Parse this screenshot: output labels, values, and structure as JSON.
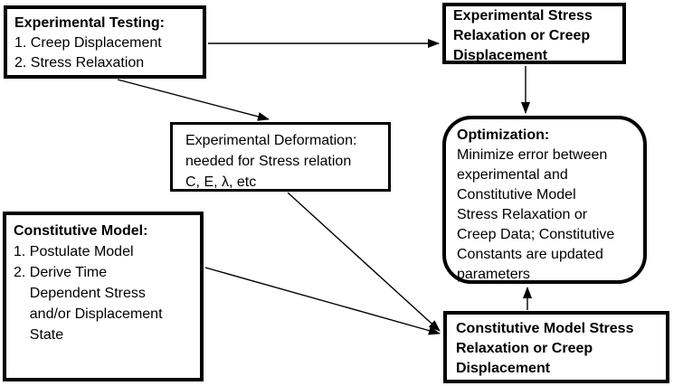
{
  "colors": {
    "border": "#000000",
    "background": "#ffffff",
    "text": "#000000"
  },
  "boxes": {
    "experimental_testing": {
      "title": "Experimental Testing:",
      "lines": [
        "1. Creep Displacement",
        "2. Stress Relaxation"
      ]
    },
    "experimental_stress_output": {
      "lines": [
        "Experimental Stress",
        "Relaxation or Creep",
        "Displacement"
      ]
    },
    "experimental_deformation": {
      "lines": [
        "Experimental Deformation:",
        "needed for Stress relation",
        "C, E, λ, etc"
      ]
    },
    "constitutive_model": {
      "title": "Constitutive Model:",
      "lines": [
        "1. Postulate Model",
        "2. Derive Time",
        "    Dependent Stress",
        "    and/or Displacement",
        "    State"
      ]
    },
    "optimization": {
      "title": "Optimization:",
      "lines": [
        "Minimize error between",
        "experimental and",
        "Constitutive Model",
        "Stress Relaxation or",
        "Creep Data; Constitutive",
        "Constants are updated",
        "parameters"
      ]
    },
    "constitutive_model_output": {
      "lines": [
        "Constitutive Model Stress",
        "Relaxation or Creep",
        "Displacement"
      ]
    }
  }
}
